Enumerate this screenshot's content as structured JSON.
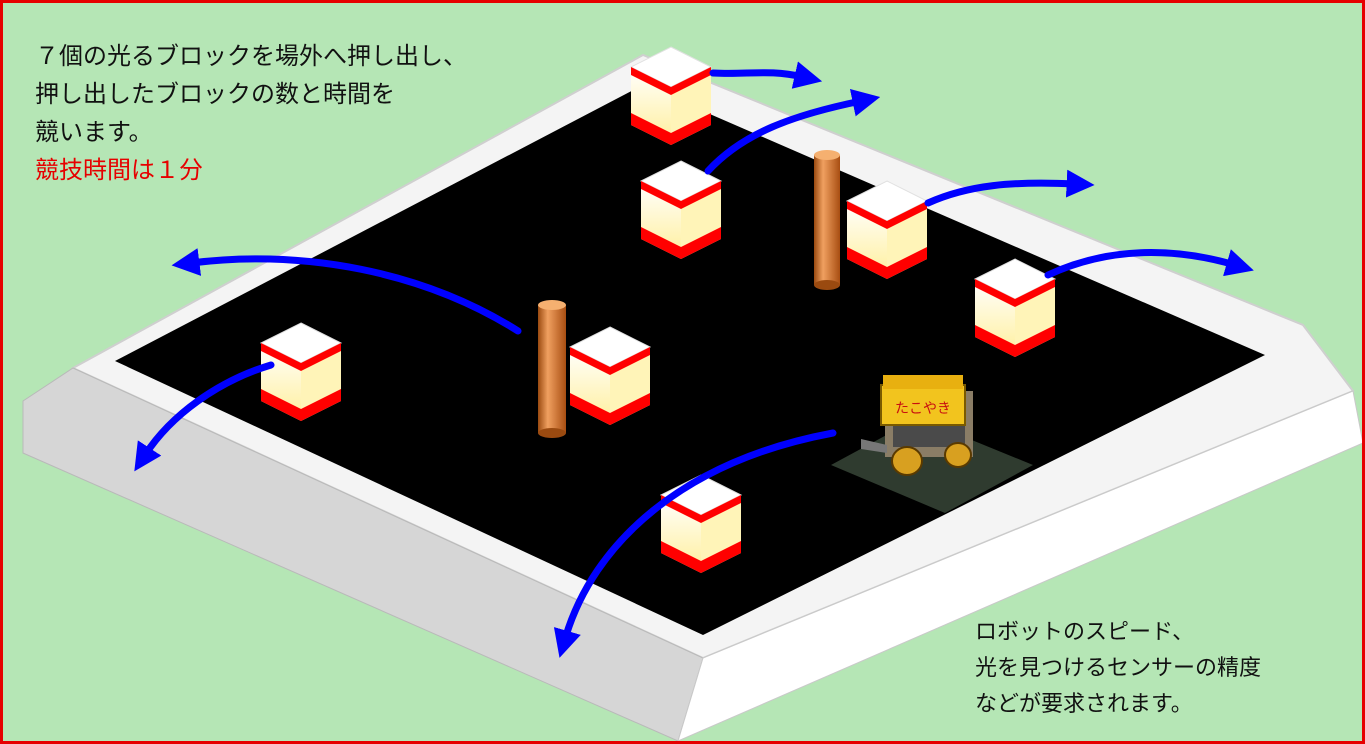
{
  "description": {
    "lines": [
      "７個の光るブロックを場外へ押し出し、",
      "押し出したブロックの数と時間を",
      "競います。"
    ],
    "time_limit": "競技時間は１分"
  },
  "note": {
    "lines": [
      "ロボットのスピード、",
      "光を見つけるセンサーの精度",
      "などが要求されます。"
    ]
  },
  "robot": {
    "sign": "たこやき"
  },
  "colors": {
    "background": "#b5e6b5",
    "frame": "#e60000",
    "arena_floor": "#000000",
    "arena_rim": "#f0f0f0",
    "arrow": "#0000ff",
    "block_band": "#ff0000",
    "block_glow": "#fff7c0",
    "pole": "#d2691e"
  }
}
